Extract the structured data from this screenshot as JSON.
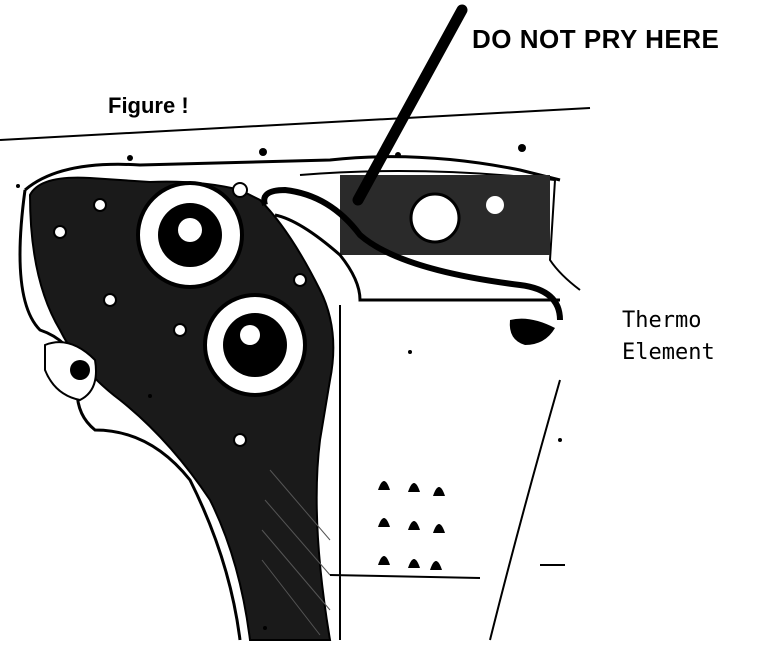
{
  "labels": {
    "warning": "DO NOT PRY HERE",
    "figure": "Figure !",
    "thermo_line1": "Thermo",
    "thermo_line2": "Element"
  },
  "icons": {
    "pry_pointer": "pointer-line-icon"
  },
  "colors": {
    "ink": "#000000",
    "paper": "#ffffff"
  }
}
